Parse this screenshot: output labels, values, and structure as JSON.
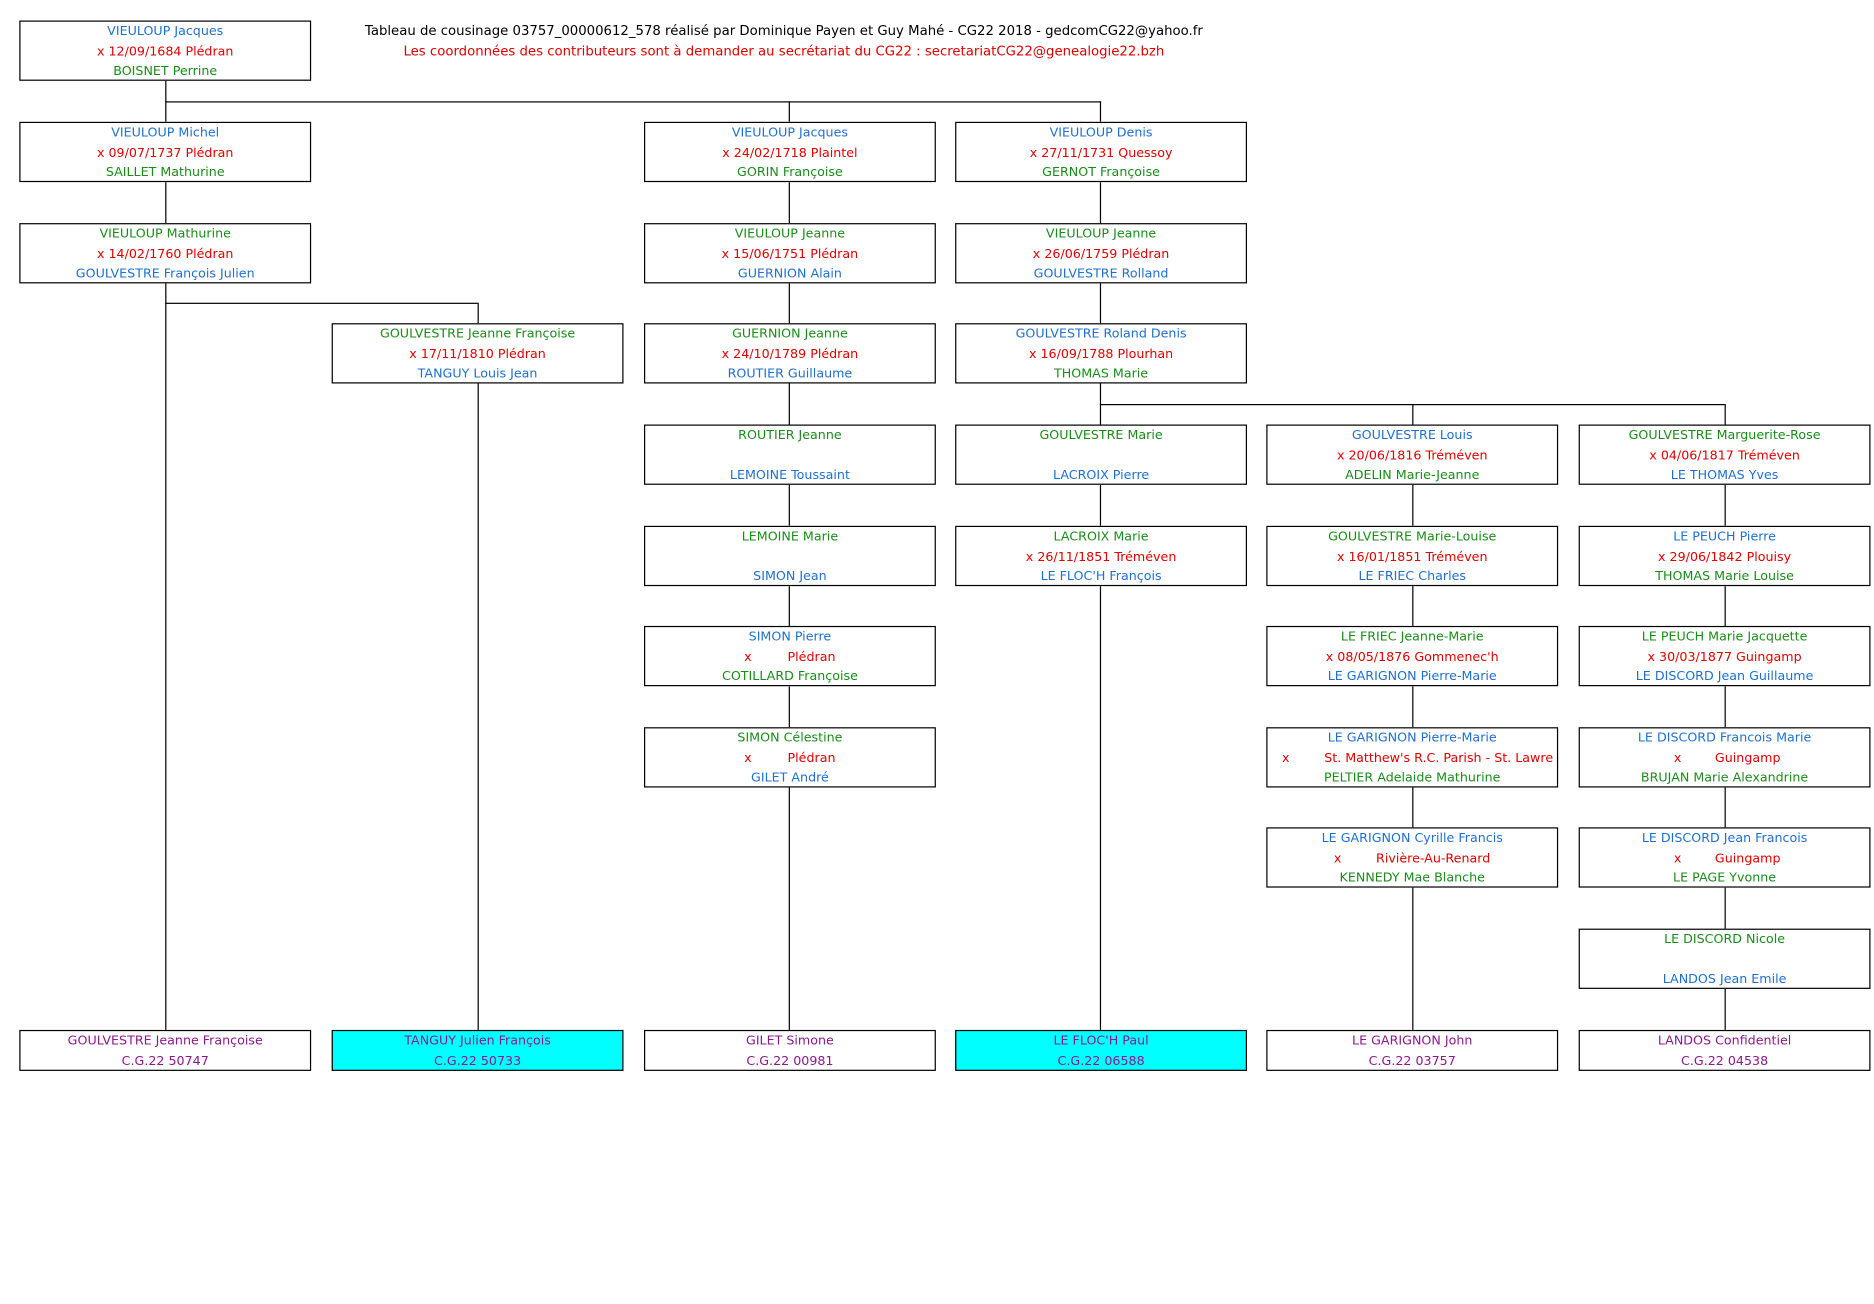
{
  "header": {
    "line1": "Tableau de cousinage 03757_00000612_578 réalisé par Dominique Payen et Guy Mahé - CG22 2018 - gedcomCG22@yahoo.fr",
    "line2": "Les coordonnées des contributeurs sont à demander au secrétariat du CG22 :  secretariatCG22@genealogie22.bzh"
  },
  "colors": {
    "blue": "#1f6fd1",
    "red": "#e00000",
    "green": "#1a8c1a",
    "purple": "#8a1a8a",
    "highlight": "#00ffff"
  },
  "root": {
    "person": "VIEULOUP Jacques",
    "marriage": "x 12/09/1684 Plédran",
    "spouse": "BOISNET Perrine"
  },
  "col1": {
    "r1": {
      "person": "VIEULOUP Michel",
      "marriage": "x 09/07/1737 Plédran",
      "spouse": "SAILLET Mathurine"
    },
    "r2": {
      "person": "VIEULOUP Mathurine",
      "marriage": "x 14/02/1760 Plédran",
      "spouse": "GOULVESTRE François Julien"
    },
    "leaf": {
      "name": "GOULVESTRE Jeanne Françoise",
      "code": "C.G.22 50747"
    }
  },
  "col2": {
    "r3": {
      "person": "GOULVESTRE Jeanne Françoise",
      "marriage": "x 17/11/1810 Plédran",
      "spouse": "TANGUY Louis Jean"
    },
    "leaf": {
      "name": "TANGUY Julien François",
      "code": "C.G.22 50733"
    }
  },
  "col3": {
    "r1": {
      "person": "VIEULOUP Jacques",
      "marriage": "x 24/02/1718 Plaintel",
      "spouse": "GORIN Françoise"
    },
    "r2": {
      "person": "VIEULOUP Jeanne",
      "marriage": "x 15/06/1751 Plédran",
      "spouse": "GUERNION Alain"
    },
    "r3": {
      "person": "GUERNION Jeanne",
      "marriage": "x 24/10/1789 Plédran",
      "spouse": "ROUTIER Guillaume"
    },
    "r4": {
      "person": "ROUTIER Jeanne",
      "spouse": "LEMOINE Toussaint"
    },
    "r5": {
      "person": "LEMOINE Marie",
      "spouse": "SIMON Jean"
    },
    "r6": {
      "person": "SIMON Pierre",
      "x": "x",
      "place": "Plédran",
      "spouse": "COTILLARD Françoise"
    },
    "r7": {
      "person": "SIMON Célestine",
      "x": "x",
      "place": "Plédran",
      "spouse": "GILET André"
    },
    "leaf": {
      "name": "GILET Simone",
      "code": "C.G.22 00981"
    }
  },
  "col4": {
    "r1": {
      "person": "VIEULOUP Denis",
      "marriage": "x 27/11/1731 Quessoy",
      "spouse": "GERNOT Françoise"
    },
    "r2": {
      "person": "VIEULOUP Jeanne",
      "marriage": "x 26/06/1759 Plédran",
      "spouse": "GOULVESTRE Rolland"
    },
    "r3": {
      "person": "GOULVESTRE Roland Denis",
      "marriage": "x 16/09/1788 Plourhan",
      "spouse": "THOMAS Marie"
    },
    "r4": {
      "person": "GOULVESTRE Marie",
      "spouse": "LACROIX Pierre"
    },
    "r5": {
      "person": "LACROIX Marie",
      "marriage": "x 26/11/1851 Tréméven",
      "spouse": "LE FLOC'H François"
    },
    "leaf": {
      "name": "LE FLOC'H Paul",
      "code": "C.G.22 06588"
    }
  },
  "col5": {
    "r4": {
      "person": "GOULVESTRE Louis",
      "marriage": "x 20/06/1816 Tréméven",
      "spouse": "ADELIN Marie-Jeanne"
    },
    "r5": {
      "person": "GOULVESTRE Marie-Louise",
      "marriage": "x 16/01/1851 Tréméven",
      "spouse": "LE FRIEC Charles"
    },
    "r6": {
      "person": "LE FRIEC Jeanne-Marie",
      "marriage": "x 08/05/1876 Gommenec'h",
      "spouse": "LE GARIGNON Pierre-Marie"
    },
    "r7": {
      "person": "LE GARIGNON Pierre-Marie",
      "x": "x",
      "place": "St. Matthew's R.C. Parish - St. Lawre",
      "spouse": "PELTIER Adelaide Mathurine"
    },
    "r8": {
      "person": "LE GARIGNON Cyrille Francis",
      "x": "x",
      "place": "Rivière-Au-Renard",
      "spouse": "KENNEDY Mae Blanche"
    },
    "leaf": {
      "name": "LE GARIGNON John",
      "code": "C.G.22 03757"
    }
  },
  "col6": {
    "r4": {
      "person": "GOULVESTRE Marguerite-Rose",
      "marriage": "x 04/06/1817 Tréméven",
      "spouse": "LE THOMAS Yves"
    },
    "r5": {
      "person": "LE PEUCH Pierre",
      "marriage": "x 29/06/1842 Plouisy",
      "spouse": "THOMAS Marie Louise"
    },
    "r6": {
      "person": "LE PEUCH Marie Jacquette",
      "marriage": "x 30/03/1877 Guingamp",
      "spouse": "LE DISCORD Jean Guillaume"
    },
    "r7": {
      "person": "LE DISCORD Francois Marie",
      "x": "x",
      "place": "Guingamp",
      "spouse": "BRUJAN Marie Alexandrine"
    },
    "r8": {
      "person": "LE DISCORD Jean Francois",
      "x": "x",
      "place": "Guingamp",
      "spouse": "LE PAGE Yvonne"
    },
    "r9": {
      "person": "LE DISCORD Nicole",
      "spouse": "LANDOS Jean Emile"
    },
    "leaf": {
      "name": "LANDOS Confidentiel",
      "code": "C.G.22 04538"
    }
  }
}
